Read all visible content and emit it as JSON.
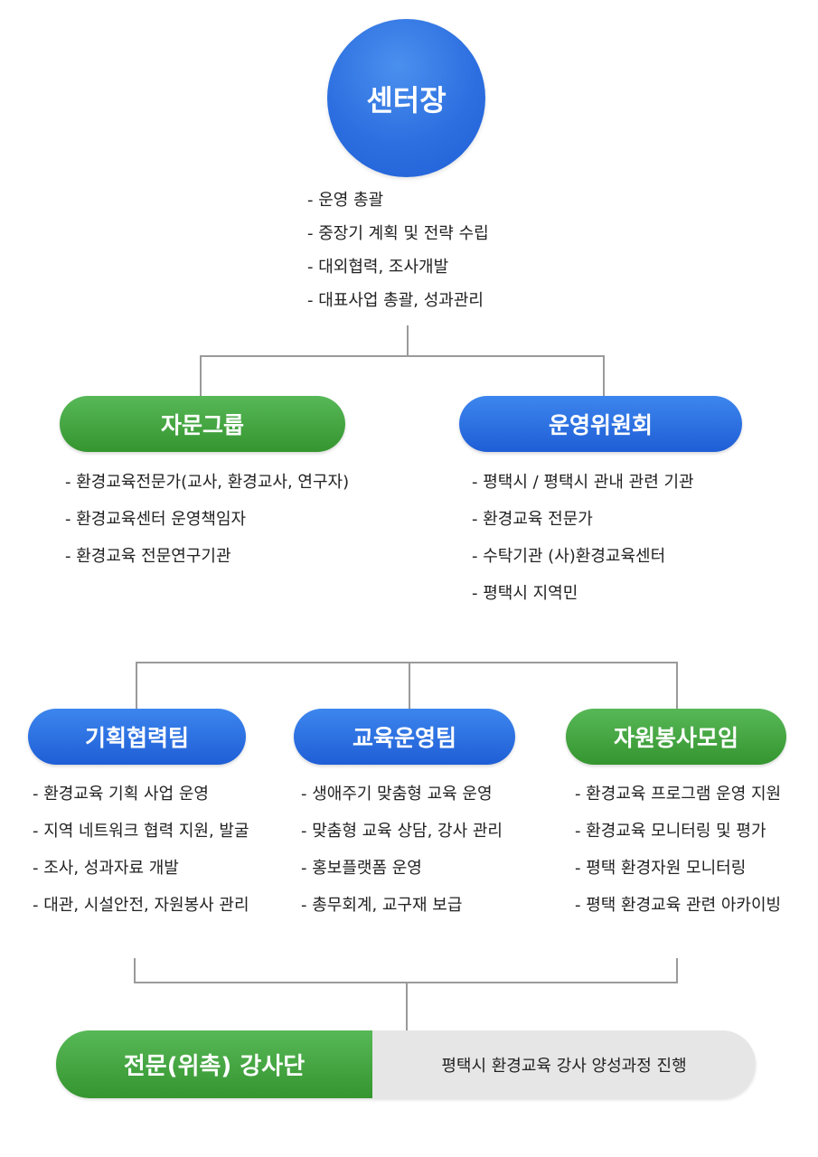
{
  "center": {
    "title": "센터장",
    "duties": [
      "- 운영 총괄",
      "- 중장기 계획 및 전략 수립",
      "- 대외협력, 조사개발",
      "- 대표사업 총괄, 성과관리"
    ]
  },
  "advisory_group": {
    "title": "자문그룹",
    "items": [
      "- 환경교육전문가(교사, 환경교사, 연구자)",
      "- 환경교육센터 운영책임자",
      "- 환경교육 전문연구기관"
    ]
  },
  "steering_committee": {
    "title": "운영위원회",
    "items": [
      "- 평택시 / 평택시 관내 관련 기관",
      "- 환경교육 전문가",
      "- 수탁기관 (사)환경교육센터",
      "- 평택시 지역민"
    ]
  },
  "planning_team": {
    "title": "기획협력팀",
    "items": [
      "- 환경교육 기획 사업 운영",
      "- 지역 네트워크 협력 지원, 발굴",
      "- 조사, 성과자료 개발",
      "- 대관, 시설안전, 자원봉사 관리"
    ]
  },
  "education_team": {
    "title": "교육운영팀",
    "items": [
      "- 생애주기 맞춤형 교육 운영",
      "- 맞춤형 교육 상담, 강사 관리",
      "- 홍보플랫폼 운영",
      "- 총무회계, 교구재 보급"
    ]
  },
  "volunteer_group": {
    "title": "자원봉사모임",
    "items": [
      "- 환경교육 프로그램 운영 지원",
      "- 환경교육 모니터링 및 평가",
      "- 평택 환경자원 모니터링",
      "- 평택 환경교육 관련 아카이빙"
    ]
  },
  "instructors": {
    "title": "전문(위촉) 강사단",
    "description": "평택시 환경교육 강사 양성과정 진행"
  },
  "colors": {
    "blue": "#2d6fe0",
    "green": "#3f9f3a",
    "connector": "#9a9a9a",
    "footer_gray": "#e6e6e6"
  }
}
